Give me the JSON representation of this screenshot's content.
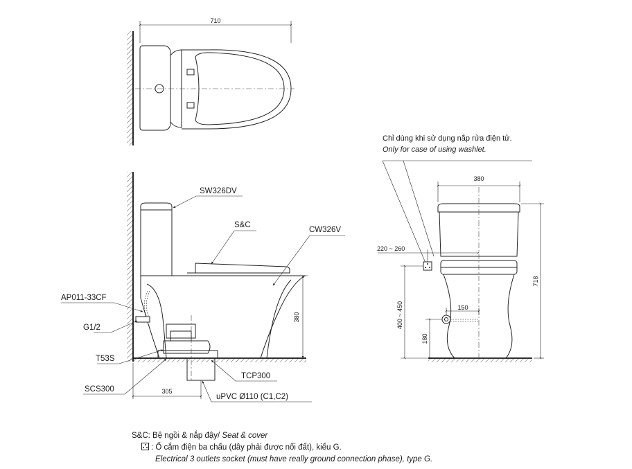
{
  "dimensions": {
    "top_width": "710",
    "height_seat": "380",
    "wall_distance": "305",
    "width_front": "380",
    "socket_range": "220 ~ 260",
    "total_height": "718",
    "supply_height_range": "400 ~ 450",
    "supply_offset": "150",
    "supply_base": "180"
  },
  "labels": {
    "tank": "SW326DV",
    "seat": "S&C",
    "bowl": "CW326V",
    "valve": "AP011-33CF",
    "thread": "G1/2",
    "t53s": "T53S",
    "scs": "SCS300",
    "tcp": "TCP300",
    "pipe": "uPVC Ø110 (C1,C2)"
  },
  "washlet_note": {
    "vi": "Chỉ dùng khi sử dụng nắp rửa điện tử.",
    "en": "Only for case of using washlet."
  },
  "legend": {
    "seat_vi": "S&C: Bệ ngồi & nắp đậy/",
    "seat_en": "Seat & cover",
    "socket_vi": ": Ổ cắm điện ba chấu (dây phải được nối đất), kiểu G.",
    "socket_en": "Electrical 3 outlets socket (must have really ground connection phase), type G."
  }
}
